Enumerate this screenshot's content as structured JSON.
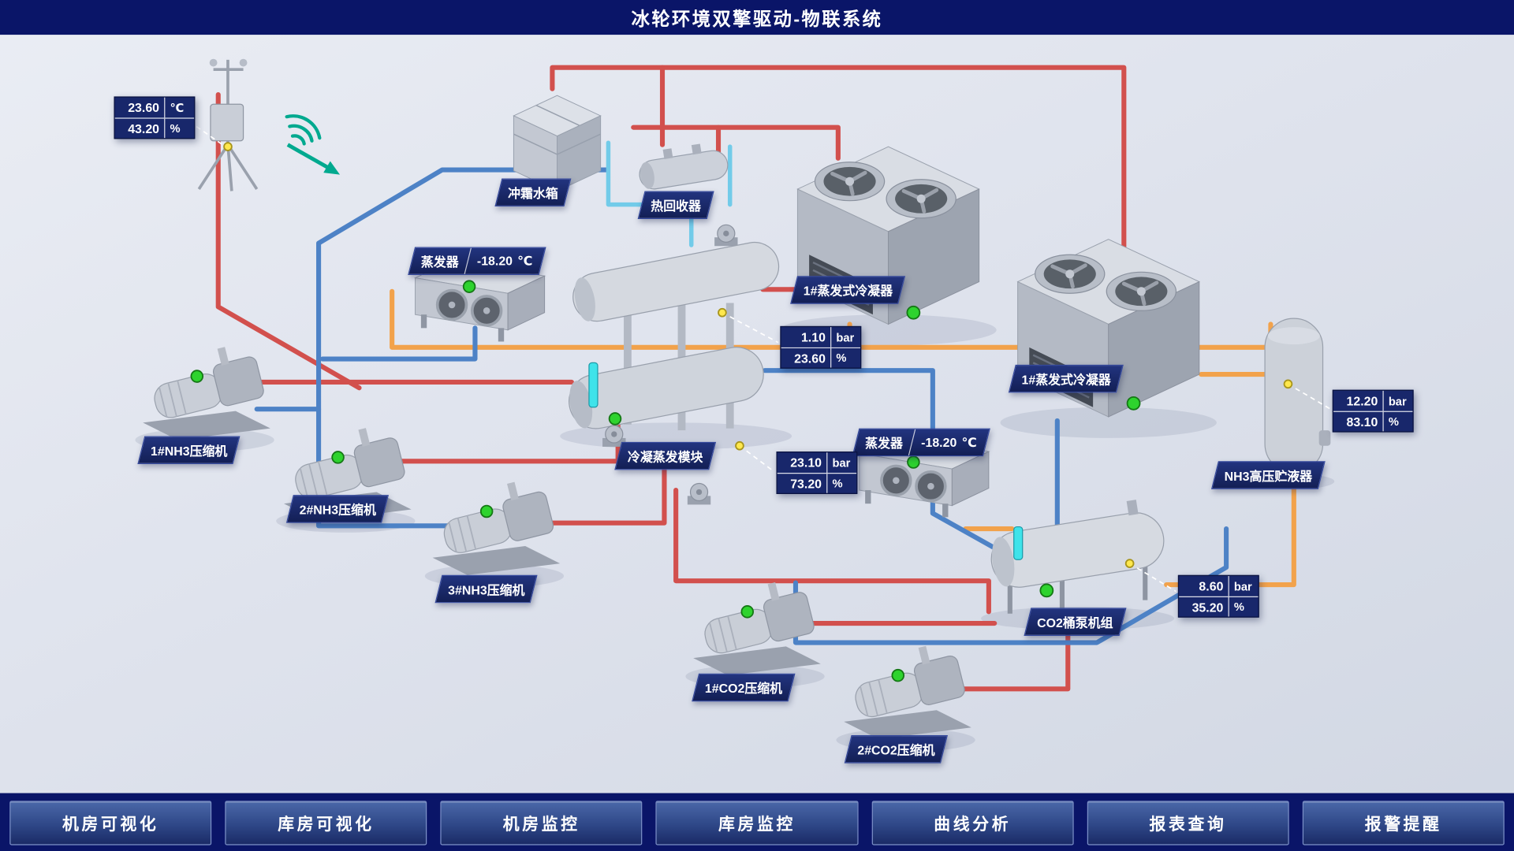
{
  "header": {
    "title": "冰轮环境双擎驱动-物联系统"
  },
  "equipment": {
    "defrost_tank": {
      "label": "冲霜水箱"
    },
    "heat_recovery": {
      "label": "热回收器"
    },
    "evaporator1": {
      "label": "蒸发器",
      "temp": "-18.20",
      "unit": "℃"
    },
    "evaporator2": {
      "label": "蒸发器",
      "temp": "-18.20",
      "unit": "℃"
    },
    "condenser1": {
      "label": "1#蒸发式冷凝器"
    },
    "condenser2": {
      "label": "1#蒸发式冷凝器"
    },
    "condense_module": {
      "label": "冷凝蒸发模块"
    },
    "nh3_receiver": {
      "label": "NH3高压贮液器"
    },
    "co2_pump_unit": {
      "label": "CO2桶泵机组"
    },
    "nh3_compressor1": {
      "label": "1#NH3压缩机"
    },
    "nh3_compressor2": {
      "label": "2#NH3压缩机"
    },
    "nh3_compressor3": {
      "label": "3#NH3压缩机"
    },
    "co2_compressor1": {
      "label": "1#CO2压缩机"
    },
    "co2_compressor2": {
      "label": "2#CO2压缩机"
    }
  },
  "readouts": {
    "weather": {
      "v1": "23.60",
      "u1": "℃",
      "v2": "43.20",
      "u2": "%"
    },
    "vessel": {
      "v1": "1.10",
      "u1": "bar",
      "v2": "23.60",
      "u2": "%"
    },
    "module": {
      "v1": "23.10",
      "u1": "bar",
      "v2": "73.20",
      "u2": "%"
    },
    "receiver": {
      "v1": "12.20",
      "u1": "bar",
      "v2": "83.10",
      "u2": "%"
    },
    "co2_unit": {
      "v1": "8.60",
      "u1": "bar",
      "v2": "35.20",
      "u2": "%"
    }
  },
  "nav": {
    "items": [
      "机房可视化",
      "库房可视化",
      "机房监控",
      "库房监控",
      "曲线分析",
      "报表查询",
      "报警提醒"
    ]
  },
  "colors": {
    "header_bg": "#0a1568",
    "pipe_red": "#d2504d",
    "pipe_blue": "#4d82c6",
    "pipe_orange": "#f2a24b",
    "pipe_cyan": "#72cbe9",
    "status_green": "#2ed32e",
    "marker_yellow": "#ffe84d"
  }
}
